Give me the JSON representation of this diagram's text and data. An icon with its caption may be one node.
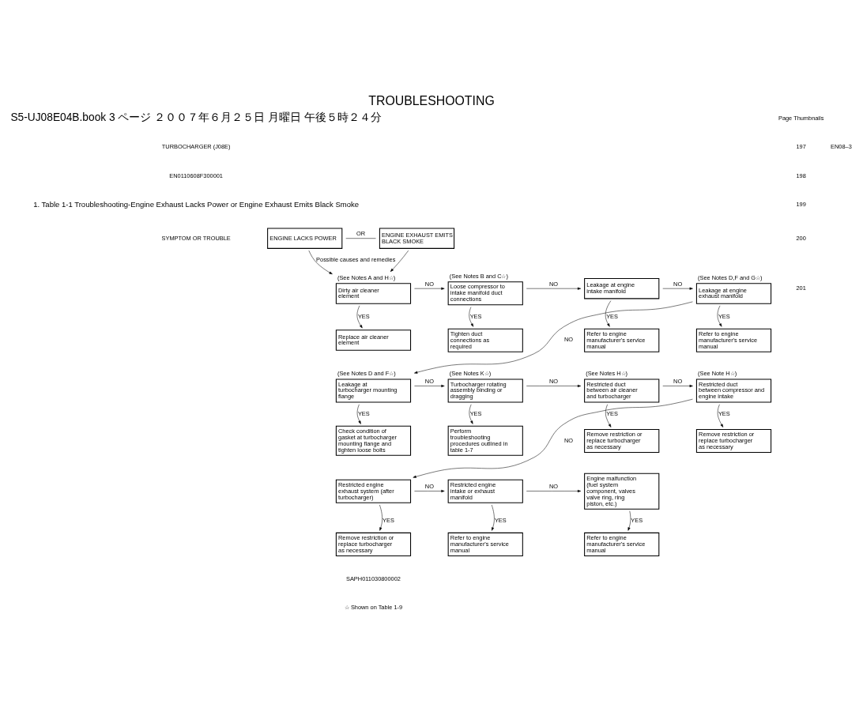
{
  "diagram": {
    "title": "TROUBLESHOOTING",
    "nodes": [
      {
        "text": [
          "ENGINE LACKS POWER"
        ]
      },
      {
        "text": [
          "ENGINE EXHAUST EMITS BLACK SMOKE"
        ]
      },
      {
        "text": [
          "Dirty air cleaner element"
        ],
        "beside": [
          "(See Notes A and H☆)"
        ]
      },
      {
        "text": [
          "Replace air cleaner element"
        ]
      },
      {
        "text": [
          "Loose compressor to intake manifold duct connections"
        ],
        "beside": [
          "(See Notes B and C☆)"
        ]
      },
      {
        "text": [
          "Tighten duct connections as required"
        ]
      },
      {
        "text": [
          "Leakage at engine intake manifold"
        ]
      },
      {
        "text": [
          "Refer to engine manufacturer's service manual"
        ]
      },
      {
        "text": [
          "Leakage at engine exhaust manifold"
        ],
        "beside": [
          "(See Notes D,F and G☆)"
        ]
      },
      {
        "text": [
          "Refer to engine manufacturer's service manual"
        ]
      },
      {
        "text": [
          "Leakage at turbocharger mounting flange"
        ],
        "beside": [
          "(See Notes D and F☆)"
        ]
      },
      {
        "text": [
          "Check condition of gasket at turbocharger mounting flange and tighten loose bolts"
        ]
      },
      {
        "text": [
          "Turbocharger rotating assembly binding or dragging"
        ],
        "beside": [
          "(See Notes K☆)"
        ]
      },
      {
        "text": [
          "Perform troubleshooting procedures outlined in table 1-7"
        ]
      },
      {
        "text": [
          "Restricted duct between air cleaner and turbocharger"
        ],
        "beside": [
          "(See Notes H☆)"
        ]
      },
      {
        "text": [
          "Remove restriction or replace turbocharger as necessary"
        ]
      },
      {
        "text": [
          "Restricted duct between compressor and engine intake"
        ],
        "beside": [
          "(See Note H☆)"
        ]
      },
      {
        "text": [
          "Remove restriction or replace turbocharger as necessary"
        ]
      },
      {
        "text": [
          "Restricted engine exhaust system (after turbocharger)"
        ]
      },
      {
        "text": [
          "Remove restriction or replace turbocharger as necessary"
        ]
      },
      {
        "text": [
          "Restricted engine intake or exhaust manifold"
        ]
      },
      {
        "text": [
          "Refer to engine manufacturer's service manual"
        ]
      },
      {
        "text": [
          "Engine malfunction (fuel system component, valves valve ring, ring piston, etc.)"
        ]
      },
      {
        "text": [
          "Refer to engine manufacturer's service manual"
        ]
      }
    ],
    "edges": [
      {
        "from": 0,
        "to": 1,
        "arrow": "none",
        "label": "OR"
      },
      {
        "from": 0,
        "to": 2,
        "arrow": "to",
        "label": "Possible causes and remedies"
      },
      {
        "from": 1,
        "to": 2,
        "arrow": "to"
      },
      {
        "from": 2,
        "to": 4,
        "arrow": "to",
        "label": "NO"
      },
      {
        "from": 2,
        "to": 3,
        "arrow": "to",
        "label": "YES"
      },
      {
        "from": 4,
        "to": 6,
        "arrow": "to",
        "label": "NO"
      },
      {
        "from": 4,
        "to": 5,
        "arrow": "to",
        "label": "YES"
      },
      {
        "from": 6,
        "to": 8,
        "arrow": "to",
        "label": "NO"
      },
      {
        "from": 6,
        "to": 7,
        "arrow": "to",
        "label": "YES"
      },
      {
        "from": 8,
        "to": 10,
        "arrow": "to",
        "label": "NO"
      },
      {
        "from": 8,
        "to": 9,
        "arrow": "to",
        "label": "YES"
      },
      {
        "from": 10,
        "to": 12,
        "arrow": "to",
        "label": "NO"
      },
      {
        "from": 10,
        "to": 11,
        "arrow": "to",
        "label": "YES"
      },
      {
        "from": 12,
        "to": 14,
        "arrow": "to",
        "label": "NO"
      },
      {
        "from": 12,
        "to": 13,
        "arrow": "to",
        "label": "YES"
      },
      {
        "from": 14,
        "to": 16,
        "arrow": "to",
        "label": "NO"
      },
      {
        "from": 14,
        "to": 15,
        "arrow": "to",
        "label": "YES"
      },
      {
        "from": 16,
        "to": 18,
        "arrow": "to",
        "label": "NO"
      },
      {
        "from": 16,
        "to": 17,
        "arrow": "to",
        "label": "YES"
      },
      {
        "from": 18,
        "to": 20,
        "arrow": "to",
        "label": "NO"
      },
      {
        "from": 18,
        "to": 19,
        "arrow": "to",
        "label": "YES"
      },
      {
        "from": 20,
        "to": 22,
        "arrow": "to",
        "label": "NO"
      },
      {
        "from": 20,
        "to": 21,
        "arrow": "to",
        "label": "YES"
      },
      {
        "from": 22,
        "to": 23,
        "arrow": "to",
        "label": "YES"
      }
    ],
    "labels": [
      "Page Thumbnails",
      "197",
      "198",
      "199",
      "200",
      "201",
      "S5-UJ08E04B.book 3 ページ ２００７年６月２５日 月曜日 午後５時２４分",
      "TURBOCHARGER (J08E)",
      "EN08–3",
      "EN0110608F300001",
      "1. Table 1-1 Troubleshooting-Engine Exhaust Lacks Power or Engine Exhaust Emits Black Smoke",
      "SYMPTOM OR TROUBLE",
      "SAPH011030800002",
      "☆ Shown on Table 1-9"
    ]
  }
}
